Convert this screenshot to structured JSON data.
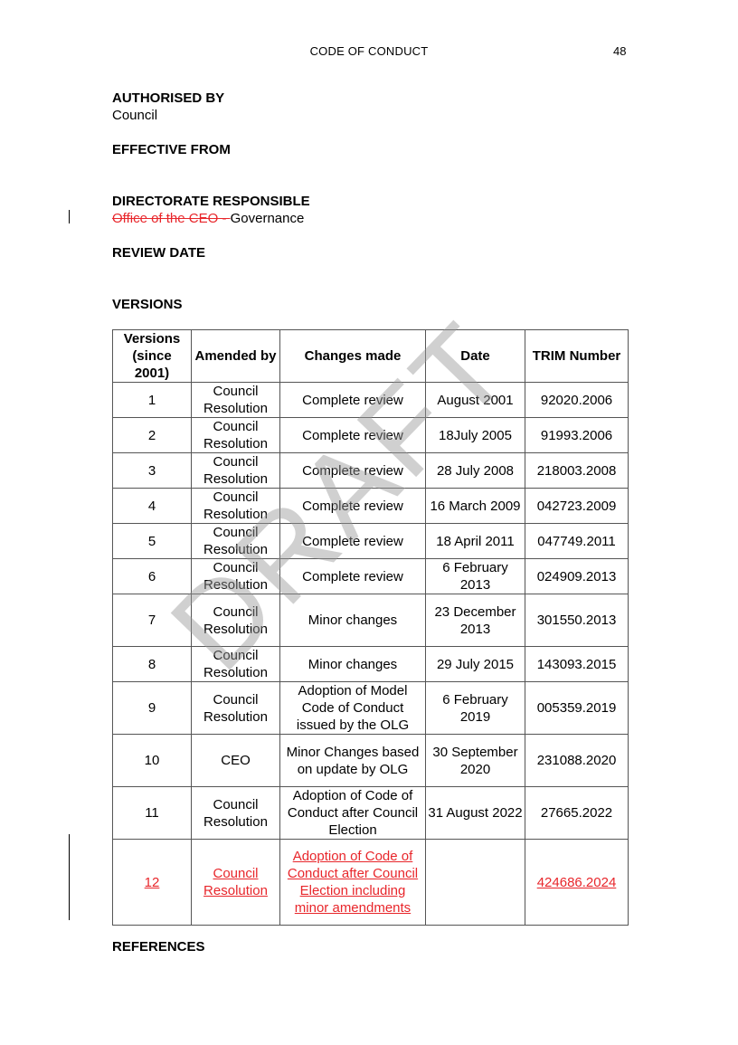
{
  "header": {
    "title": "CODE OF CONDUCT",
    "page_number": "48"
  },
  "authorised": {
    "label": "AUTHORISED BY",
    "value": "Council"
  },
  "effective": {
    "label": "EFFECTIVE FROM"
  },
  "directorate": {
    "label": "DIRECTORATE RESPONSIBLE",
    "deleted_text": "Office of the CEO - ",
    "value": "Governance"
  },
  "review": {
    "label": "REVIEW DATE"
  },
  "versions": {
    "label": "VERSIONS",
    "headers": [
      "Versions (since 2001)",
      "Amended by",
      "Changes made",
      "Date",
      "TRIM Number"
    ],
    "rows": [
      [
        "1",
        "Council Resolution",
        "Complete review",
        "August 2001",
        "92020.2006"
      ],
      [
        "2",
        "Council Resolution",
        "Complete review",
        "18July 2005",
        "91993.2006"
      ],
      [
        "3",
        "Council Resolution",
        "Complete review",
        "28 July 2008",
        "218003.2008"
      ],
      [
        "4",
        "Council Resolution",
        "Complete review",
        "16 March 2009",
        "042723.2009"
      ],
      [
        "5",
        "Council Resolution",
        "Complete review",
        "18 April 2011",
        "047749.2011"
      ],
      [
        "6",
        "Council Resolution",
        "Complete review",
        "6 February 2013",
        "024909.2013"
      ],
      [
        "7",
        "Council Resolution",
        "Minor changes",
        "23 December 2013",
        "301550.2013"
      ],
      [
        "8",
        "Council Resolution",
        "Minor changes",
        "29 July 2015",
        "143093.2015"
      ],
      [
        "9",
        "Council Resolution",
        "Adoption of Model Code of Conduct issued by the OLG",
        "6 February 2019",
        "005359.2019"
      ],
      [
        "10",
        "CEO",
        "Minor Changes based on update by OLG",
        "30 September 2020",
        "231088.2020"
      ],
      [
        "11",
        "Council Resolution",
        "Adoption of Code of Conduct after Council Election",
        "31 August 2022",
        "27665.2022"
      ],
      [
        "12",
        "Council Resolution",
        "Adoption of Code of Conduct after Council Election including minor amendments",
        "",
        "424686.2024"
      ]
    ]
  },
  "references": {
    "label": "REFERENCES"
  },
  "watermark": {
    "text": "DRAFT"
  },
  "colors": {
    "tracked_change": "#e8262b",
    "watermark": "#969696"
  }
}
